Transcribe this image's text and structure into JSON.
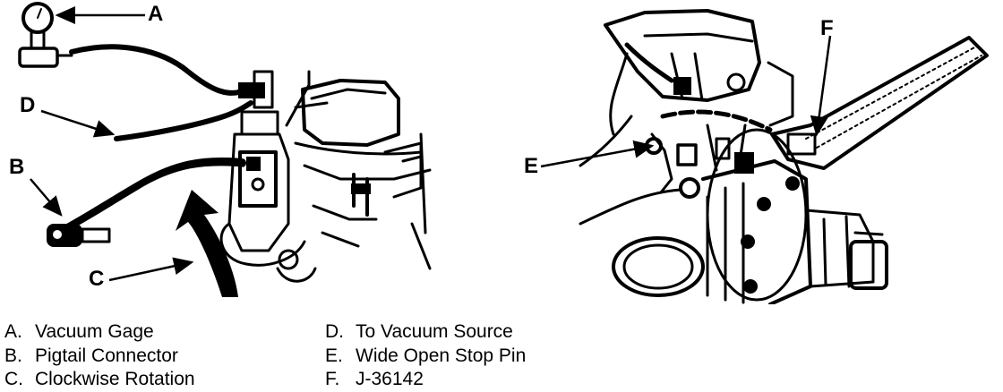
{
  "callouts": {
    "a": "A",
    "b": "B",
    "c": "C",
    "d": "D",
    "e": "E",
    "f": "F"
  },
  "legend": {
    "left": [
      {
        "key": "A.",
        "text": "Vacuum Gage"
      },
      {
        "key": "B.",
        "text": "Pigtail Connector"
      },
      {
        "key": "C.",
        "text": "Clockwise Rotation"
      }
    ],
    "right": [
      {
        "key": "D.",
        "text": "To Vacuum Source"
      },
      {
        "key": "E.",
        "text": "Wide Open Stop Pin"
      },
      {
        "key": "F.",
        "text": "J-36142"
      }
    ]
  },
  "colors": {
    "ink": "#000000",
    "paper": "#ffffff"
  }
}
